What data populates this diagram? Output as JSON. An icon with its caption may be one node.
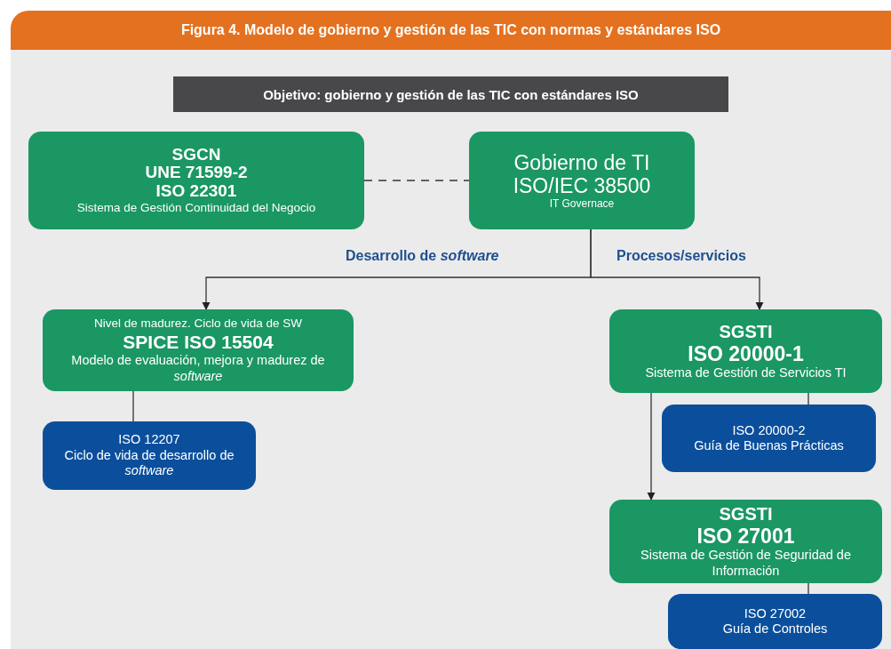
{
  "diagram": {
    "title": "Figura 4. Modelo de gobierno y gestión de las TIC con normas y estándares ISO",
    "nodes": [
      {
        "text": [
          "Objetivo: gobierno y gestión de las TIC con estándares ISO"
        ]
      },
      {
        "text": [
          "SGCN",
          "UNE 71599-2",
          "ISO 22301",
          "Sistema de Gestión Continuidad del Negocio"
        ]
      },
      {
        "text": [
          "Gobierno de TI",
          "ISO/IEC 38500",
          "IT Governace"
        ]
      },
      {
        "text": [
          "Nivel de madurez. Ciclo de vida de SW",
          "SPICE ISO 15504",
          "Modelo de evaluación, mejora y madurez de *software*"
        ]
      },
      {
        "text": [
          "ISO 12207",
          "Ciclo de vida de desarrollo de *software*"
        ]
      },
      {
        "text": [
          "SGSTI",
          "ISO 20000-1",
          "Sistema de Gestión de Servicios TI"
        ]
      },
      {
        "text": [
          "ISO 20000-2",
          "Guía de Buenas Prácticas"
        ]
      },
      {
        "text": [
          "SGSTI",
          "ISO 27001",
          "Sistema de Gestión de Seguridad de Información"
        ]
      },
      {
        "text": [
          "ISO 27002",
          "Guía de Controles"
        ]
      }
    ],
    "edges": [
      {
        "from": 1,
        "to": 2,
        "arrow": "none",
        "style": "dashed"
      },
      {
        "from": 2,
        "to": 3,
        "arrow": "to",
        "label": "Desarrollo de *software*"
      },
      {
        "from": 2,
        "to": 5,
        "arrow": "to",
        "label": "Procesos/servicios"
      },
      {
        "from": 3,
        "to": 4,
        "arrow": "none"
      },
      {
        "from": 5,
        "to": 6,
        "arrow": "none"
      },
      {
        "from": 5,
        "to": 7,
        "arrow": "to"
      },
      {
        "from": 7,
        "to": 8,
        "arrow": "none"
      }
    ]
  }
}
